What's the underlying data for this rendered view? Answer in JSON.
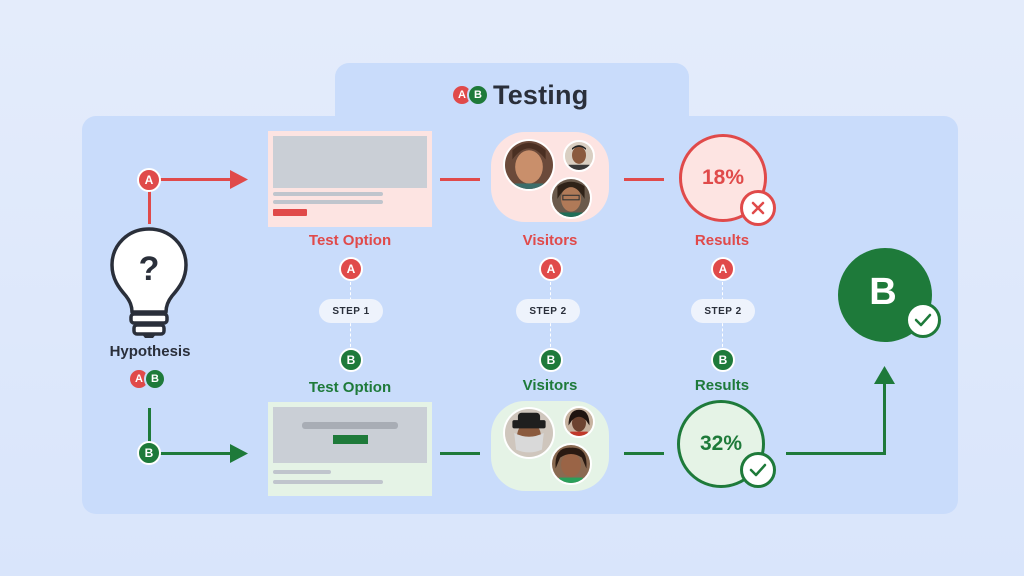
{
  "header": {
    "badge_a": "A",
    "badge_b": "B",
    "title": "Testing"
  },
  "hypothesis": {
    "icon_text": "?",
    "label": "Hypothesis",
    "badge_a": "A",
    "badge_b": "B"
  },
  "variant_a": {
    "badge": "A",
    "test_option_label": "Test Option",
    "visitors_label": "Visitors",
    "results_label": "Results",
    "result_value": "18%"
  },
  "variant_b": {
    "badge": "B",
    "test_option_label": "Test Option",
    "visitors_label": "Visitors",
    "results_label": "Results",
    "result_value": "32%"
  },
  "steps": [
    "STEP 1",
    "STEP 2",
    "STEP 2"
  ],
  "column_badges": {
    "a": "A",
    "b": "B"
  },
  "winner": {
    "label": "B"
  },
  "colors": {
    "variant_a": "#e04a4a",
    "variant_b": "#1e7a3a",
    "panel": "#c9dcfb",
    "background": "#dfe8fb"
  },
  "icons": [
    "lightbulb-question-icon",
    "x-mark-icon",
    "check-mark-icon",
    "arrow-right-icon",
    "arrow-up-icon"
  ]
}
